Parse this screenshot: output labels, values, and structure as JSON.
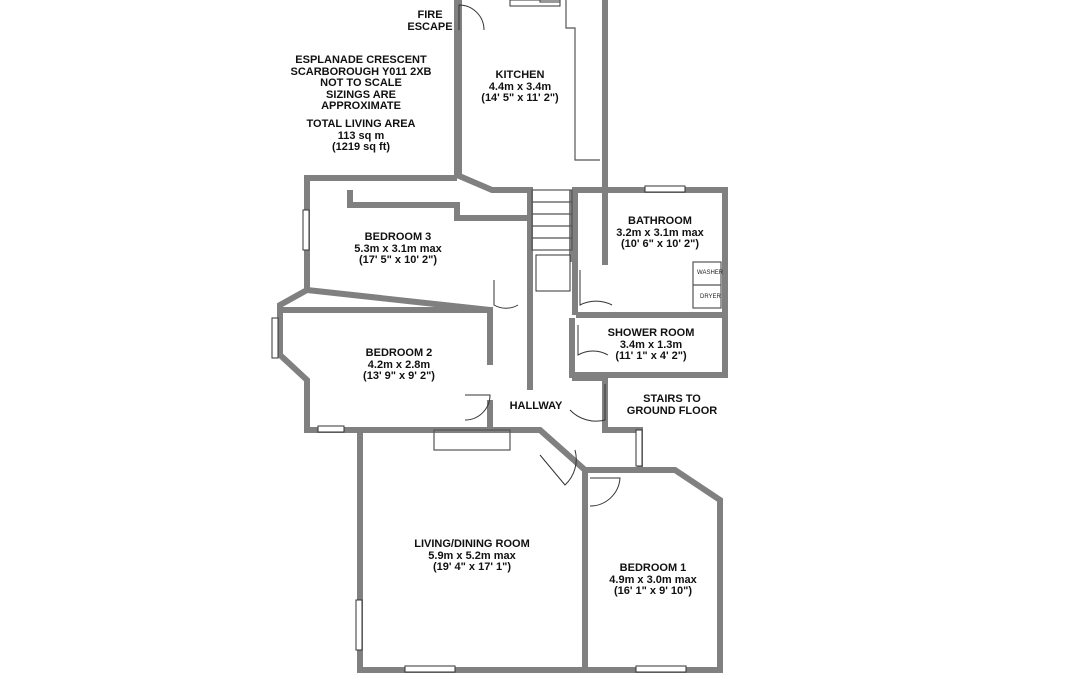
{
  "header_notes": {
    "fire_escape": [
      "FIRE",
      "ESCAPE"
    ],
    "address": [
      "ESPLANADE CRESCENT",
      "SCARBOROUGH Y011 2XB",
      "NOT TO SCALE",
      "SIZINGS ARE",
      "APPROXIMATE"
    ],
    "area": [
      "TOTAL LIVING AREA",
      "113 sq m",
      "(1219 sq ft)"
    ]
  },
  "rooms": {
    "kitchen": [
      "KITCHEN",
      "4.4m x 3.4m",
      "(14' 5\" x 11' 2\")"
    ],
    "bedroom3": [
      "BEDROOM 3",
      "5.3m x 3.1m max",
      "(17' 5\" x 10' 2\")"
    ],
    "bathroom": [
      "BATHROOM",
      "3.2m x 3.1m max",
      "(10' 6\" x 10' 2\")"
    ],
    "shower_room": [
      "SHOWER ROOM",
      "3.4m x 1.3m",
      "(11' 1\" x 4' 2\")"
    ],
    "bedroom2": [
      "BEDROOM 2",
      "4.2m x 2.8m",
      "(13' 9\" x 9' 2\")"
    ],
    "hallway": [
      "HALLWAY"
    ],
    "stairs": [
      "STAIRS TO",
      "GROUND FLOOR"
    ],
    "living": [
      "LIVING/DINING ROOM",
      "5.9m x 5.2m max",
      "(19' 4\" x 17' 1\")"
    ],
    "bedroom1": [
      "BEDROOM 1",
      "4.9m x 3.0m max",
      "(16' 1\" x 9' 10\")"
    ]
  },
  "appliances": {
    "washer": "WASHER",
    "dryer": "DRYER"
  },
  "colors": {
    "wall": "#808080",
    "text": "#111111",
    "background": "#ffffff"
  }
}
